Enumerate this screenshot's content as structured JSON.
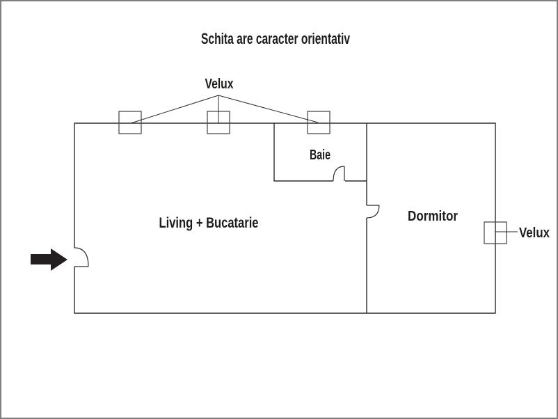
{
  "title": "Schita are caracter orientativ",
  "window": {
    "border_color": "#7f7f7f",
    "background": "#ffffff"
  },
  "floor_plan": {
    "line_color": "#2b2b2b",
    "skylight_box_color": "#4d4d4d",
    "rooms": [
      {
        "label": "Living + Bucatarie"
      },
      {
        "label": "Baie"
      },
      {
        "label": "Dormitor"
      }
    ],
    "skylights": {
      "top_label": "Velux",
      "top_count": 3,
      "right_label": "Velux",
      "right_count": 1
    },
    "entrance_arrow": {
      "color": "#231f20",
      "direction": "right"
    }
  }
}
